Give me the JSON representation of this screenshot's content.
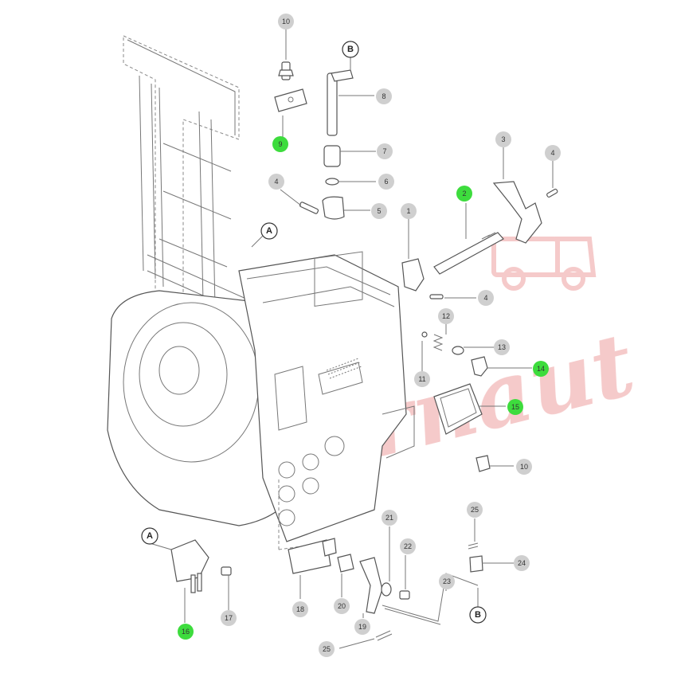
{
  "watermark": {
    "text": "Varnaut",
    "color": "#f4c4c4"
  },
  "colors": {
    "callout": "#cfcfcf",
    "highlight": "#3ddc3d",
    "line": "#555555"
  },
  "callouts": [
    {
      "id": "c10a",
      "label": "10",
      "highlight": false
    },
    {
      "id": "c9",
      "label": "9",
      "highlight": true
    },
    {
      "id": "c8",
      "label": "8",
      "highlight": false
    },
    {
      "id": "c7",
      "label": "7",
      "highlight": false
    },
    {
      "id": "c6",
      "label": "6",
      "highlight": false
    },
    {
      "id": "c5",
      "label": "5",
      "highlight": false
    },
    {
      "id": "c4a",
      "label": "4",
      "highlight": false
    },
    {
      "id": "c3",
      "label": "3",
      "highlight": false
    },
    {
      "id": "c4b",
      "label": "4",
      "highlight": false
    },
    {
      "id": "c2",
      "label": "2",
      "highlight": true
    },
    {
      "id": "c1",
      "label": "1",
      "highlight": false
    },
    {
      "id": "c4c",
      "label": "4",
      "highlight": false
    },
    {
      "id": "c12",
      "label": "12",
      "highlight": false
    },
    {
      "id": "c13",
      "label": "13",
      "highlight": false
    },
    {
      "id": "c14",
      "label": "14",
      "highlight": true
    },
    {
      "id": "c11",
      "label": "11",
      "highlight": false
    },
    {
      "id": "c15",
      "label": "15",
      "highlight": true
    },
    {
      "id": "c10b",
      "label": "10",
      "highlight": false
    },
    {
      "id": "c16",
      "label": "16",
      "highlight": true
    },
    {
      "id": "c17",
      "label": "17",
      "highlight": false
    },
    {
      "id": "c18",
      "label": "18",
      "highlight": false
    },
    {
      "id": "c19",
      "label": "19",
      "highlight": false
    },
    {
      "id": "c20",
      "label": "20",
      "highlight": false
    },
    {
      "id": "c21",
      "label": "21",
      "highlight": false
    },
    {
      "id": "c22",
      "label": "22",
      "highlight": false
    },
    {
      "id": "c23",
      "label": "23",
      "highlight": false
    },
    {
      "id": "c24",
      "label": "24",
      "highlight": false
    },
    {
      "id": "c25a",
      "label": "25",
      "highlight": false
    },
    {
      "id": "c25b",
      "label": "25",
      "highlight": false
    }
  ],
  "refs": [
    {
      "id": "rA1",
      "label": "A"
    },
    {
      "id": "rA2",
      "label": "A"
    },
    {
      "id": "rB1",
      "label": "B"
    },
    {
      "id": "rB2",
      "label": "B"
    }
  ]
}
